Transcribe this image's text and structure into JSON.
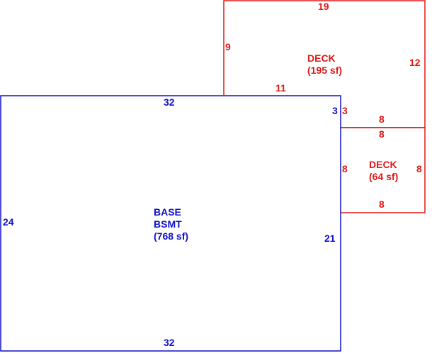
{
  "colors": {
    "basement": "#1010c8",
    "deck": "#e01818",
    "background": "#ffffff"
  },
  "areas": {
    "basement": {
      "name_line1": "BASE",
      "name_line2": "BSMT",
      "area": "(768 sf)",
      "dims": {
        "top": "32",
        "bottom": "32",
        "left": "24",
        "right": "21",
        "notch": "3"
      }
    },
    "deck_large": {
      "name": "DECK",
      "area": "(195 sf)",
      "dims": {
        "top": "19",
        "left": "9",
        "right": "12",
        "bottom_left": "11",
        "notch": "3",
        "bottom_right": "8"
      }
    },
    "deck_small": {
      "name": "DECK",
      "area": "(64 sf)",
      "dims": {
        "top": "8",
        "bottom": "8",
        "left": "8",
        "right": "8"
      }
    }
  }
}
